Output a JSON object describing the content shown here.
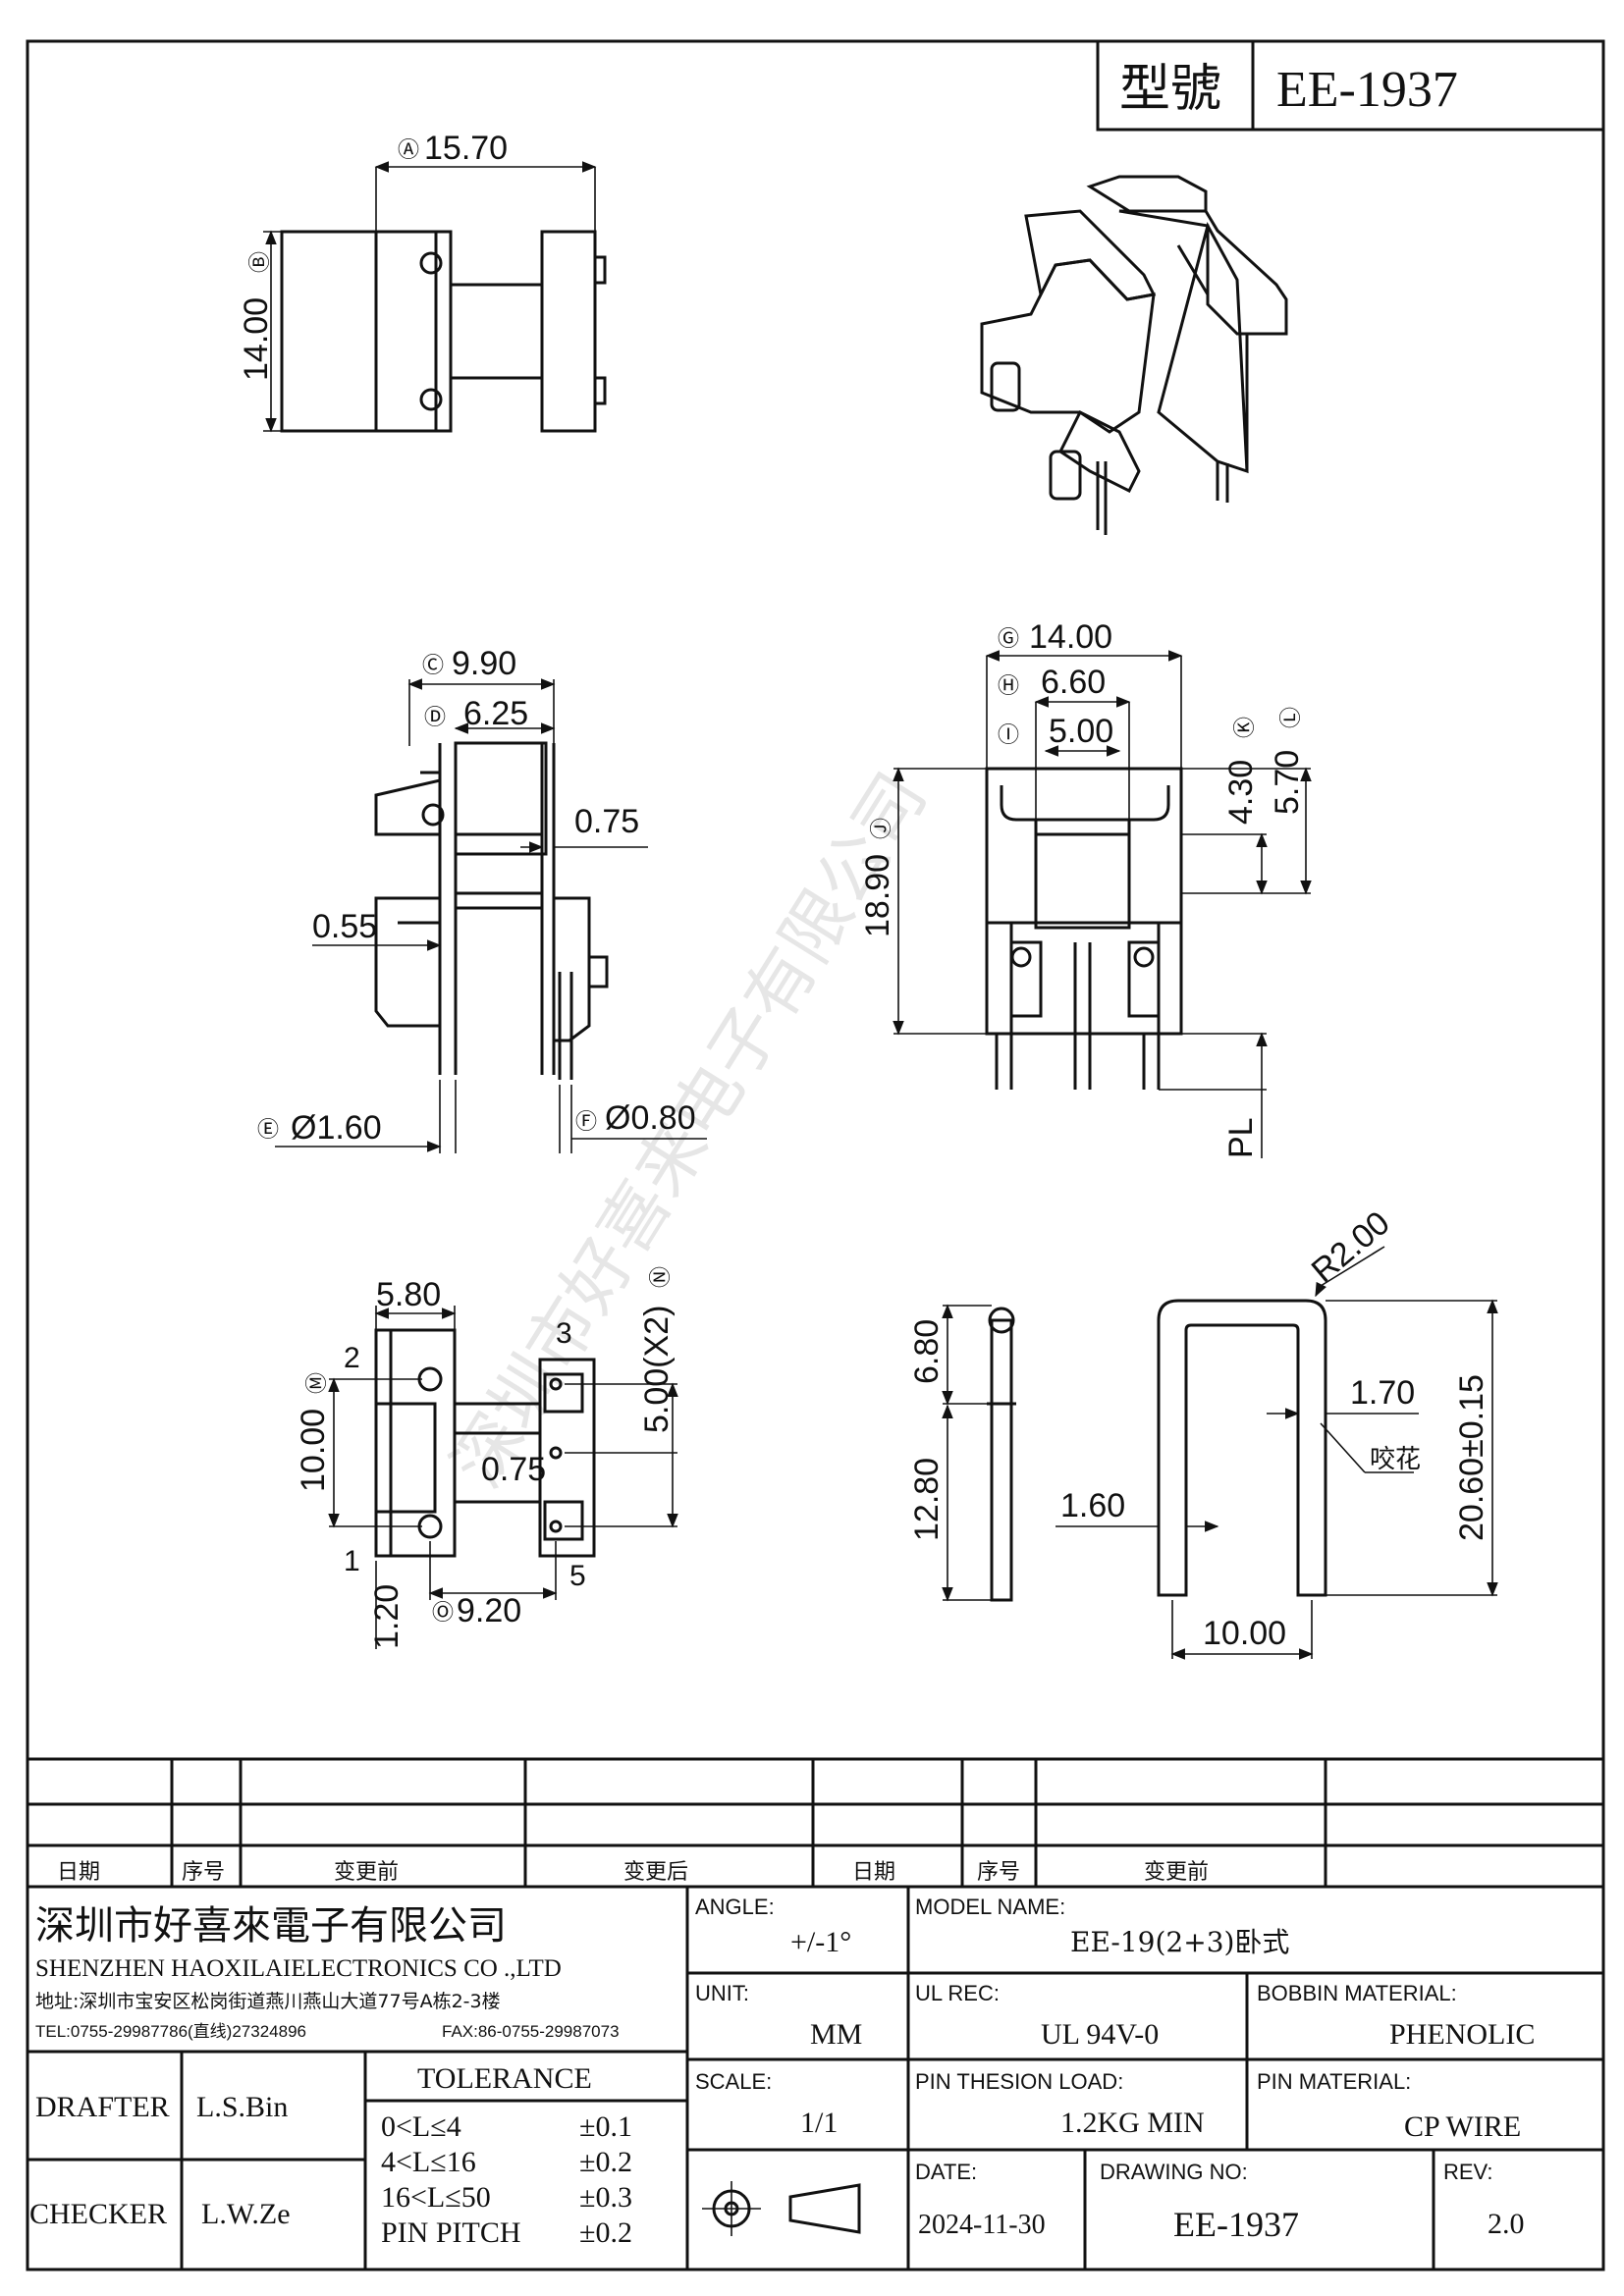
{
  "header": {
    "label_model": "型號",
    "model": "EE-1937"
  },
  "views": {
    "top": {
      "a_mark": "Ⓐ",
      "a": "15.70",
      "b_mark": "Ⓑ",
      "b": "14.00"
    },
    "side": {
      "c_mark": "Ⓒ",
      "c": "9.90",
      "d_mark": "Ⓓ",
      "d": "6.25",
      "t1": "0.75",
      "t2": "0.55",
      "e_mark": "Ⓔ",
      "e": "Ø1.60",
      "f_mark": "Ⓕ",
      "f": "Ø0.80"
    },
    "front": {
      "g_mark": "Ⓖ",
      "g": "14.00",
      "h_mark": "Ⓗ",
      "h": "6.60",
      "i_mark": "Ⓘ",
      "i": "5.00",
      "j_mark": "Ⓙ",
      "j": "18.90",
      "k_mark": "Ⓚ",
      "k": "4.30",
      "l_mark": "Ⓛ",
      "l": "5.70",
      "pl": "PL"
    },
    "bottom": {
      "w": "5.80",
      "m_mark": "Ⓜ",
      "m": "10.00",
      "n_mark": "Ⓝ",
      "n": "5.00(X2)",
      "t": "0.75",
      "o_mark": "Ⓞ",
      "o": "9.20",
      "e": "1.20",
      "pin1": "1",
      "pin2": "2",
      "pin3": "3",
      "pin5": "5"
    },
    "pin": {
      "p1": "6.80",
      "p2": "12.80"
    },
    "clip": {
      "r": "R2.00",
      "w": "1.70",
      "note": "咬花",
      "t": "1.60",
      "h": "20.60±0.15",
      "span": "10.00"
    }
  },
  "title_block": {
    "rev_headers": [
      "日期",
      "序号",
      "变更前",
      "变更后",
      "日期",
      "序号",
      "变更前"
    ],
    "company_cn": "深圳市好喜來電子有限公司",
    "company_en": "SHENZHEN HAOXILAIELECTRONICS CO .,LTD",
    "address": "地址:深圳市宝安区松岗街道燕川燕山大道77号A栋2-3楼",
    "tel": "TEL:0755-29987786(直线)27324896",
    "fax": "FAX:86-0755-29987073",
    "angle_label": "ANGLE:",
    "angle": "+/-1°",
    "model_name_label": "MODEL NAME:",
    "model_name": "EE-19(2+3)卧式",
    "unit_label": "UNIT:",
    "unit": "MM",
    "ul_label": "UL REC:",
    "ul": "UL 94V-0",
    "bobbin_label": "BOBBIN MATERIAL:",
    "bobbin": "PHENOLIC",
    "scale_label": "SCALE:",
    "scale": "1/1",
    "load_label": "PIN THESION LOAD:",
    "load": "1.2KG MIN",
    "pin_mat_label": "PIN MATERIAL:",
    "pin_mat": "CP  WIRE",
    "drafter_label": "DRAFTER",
    "drafter": "L.S.Bin",
    "checker_label": "CHECKER",
    "checker": "L.W.Ze",
    "tolerance_label": "TOLERANCE",
    "tolerance": [
      {
        "range": "0<L≤4",
        "tol": "±0.1"
      },
      {
        "range": "4<L≤16",
        "tol": "±0.2"
      },
      {
        "range": "16<L≤50",
        "tol": "±0.3"
      },
      {
        "range": "PIN PITCH",
        "tol": "±0.2"
      }
    ],
    "date_label": "DATE:",
    "date": "2024-11-30",
    "drawing_no_label": "DRAWING NO:",
    "drawing_no": "EE-1937",
    "rev_label": "REV:",
    "rev": "2.0"
  },
  "watermark": "深圳市好喜来电子有限公司"
}
